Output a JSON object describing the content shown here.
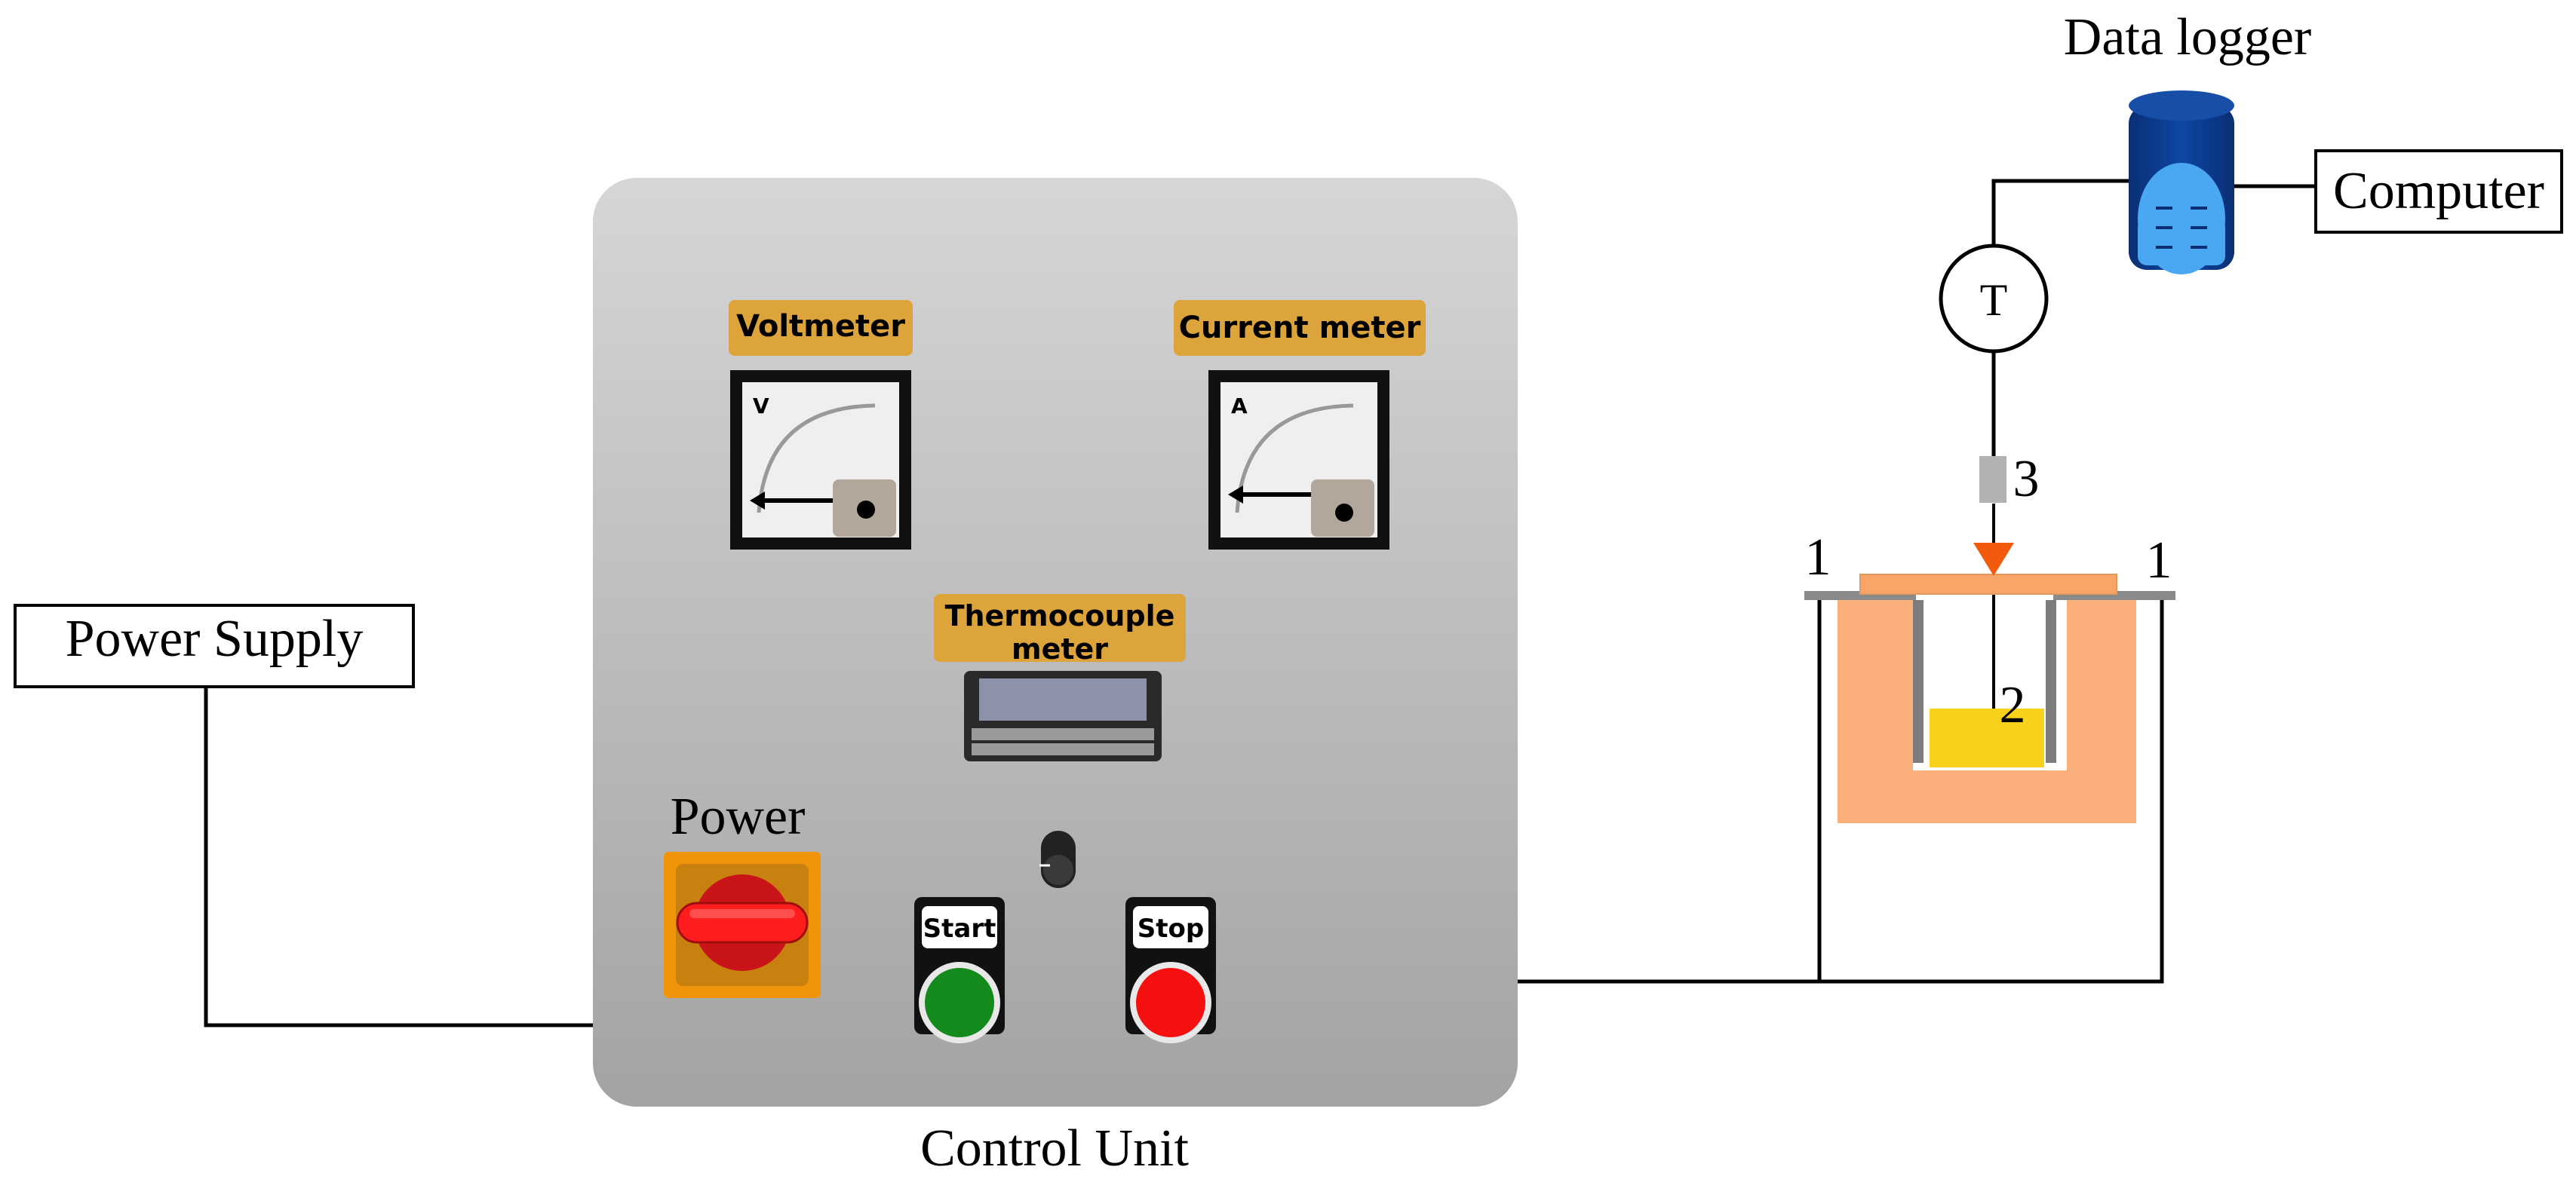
{
  "labels": {
    "power_supply": "Power Supply",
    "control_unit": "Control Unit",
    "power": "Power",
    "data_logger": "Data logger",
    "computer": "Computer",
    "thermo_symbol": "T",
    "callout_1_left": "1",
    "callout_1_right": "1",
    "callout_2": "2",
    "callout_3": "3"
  },
  "panel": {
    "voltmeter_label": "Voltmeter",
    "current_meter_label": "Current meter",
    "thermocouple_label_line1": "Thermocouple",
    "thermocouple_label_line2": "meter",
    "voltmeter_unit": "V",
    "current_meter_unit": "A",
    "start_label": "Start",
    "stop_label": "Stop"
  },
  "colors": {
    "panel_top": "#d6d6d6",
    "panel_bottom": "#a3a3a3",
    "meter_label_bg": "#dea43c",
    "start_green": "#138a1b",
    "stop_red": "#f50f0f",
    "switch_orange": "#f0950a",
    "switch_red": "#e3141a",
    "insulation": "#fbb07c",
    "melt_yellow": "#f8d21a",
    "nozzle_orange": "#f25b0e",
    "logger_blue": "#0b3a8c",
    "logger_screen": "#4aa8f2"
  }
}
